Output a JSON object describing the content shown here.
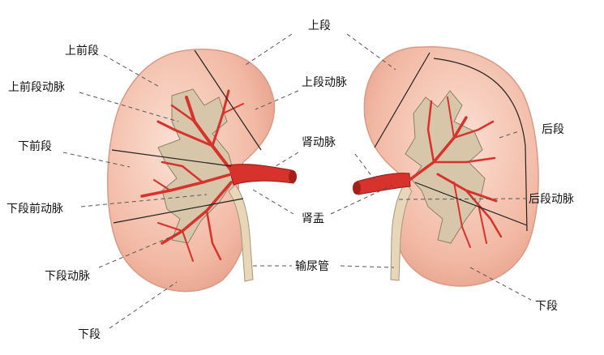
{
  "figure": {
    "colors": {
      "kidney_fill": "#f2b9a4",
      "kidney_edge": "#d99a86",
      "artery": "#d7322c",
      "pelvis": "#d4c2a6",
      "ureter": "#e6d3b4",
      "segment_line": "#222222",
      "leader_line": "#555555"
    },
    "labels": {
      "upper_segment": "上段",
      "upper_anterior_segment": "上前段",
      "upper_anterior_segment_artery": "上前段动脉",
      "upper_segment_artery": "上段动脉",
      "lower_anterior_segment": "下前段",
      "renal_artery": "肾动脉",
      "posterior_segment": "后段",
      "lower_segment_anterior_artery": "下段前动脉",
      "posterior_segment_artery": "后段动脉",
      "renal_pelvis": "肾盂",
      "lower_segment_artery": "下段动脉",
      "ureter": "输尿管",
      "lower_segment_right": "下段",
      "lower_segment_left": "下段"
    }
  }
}
